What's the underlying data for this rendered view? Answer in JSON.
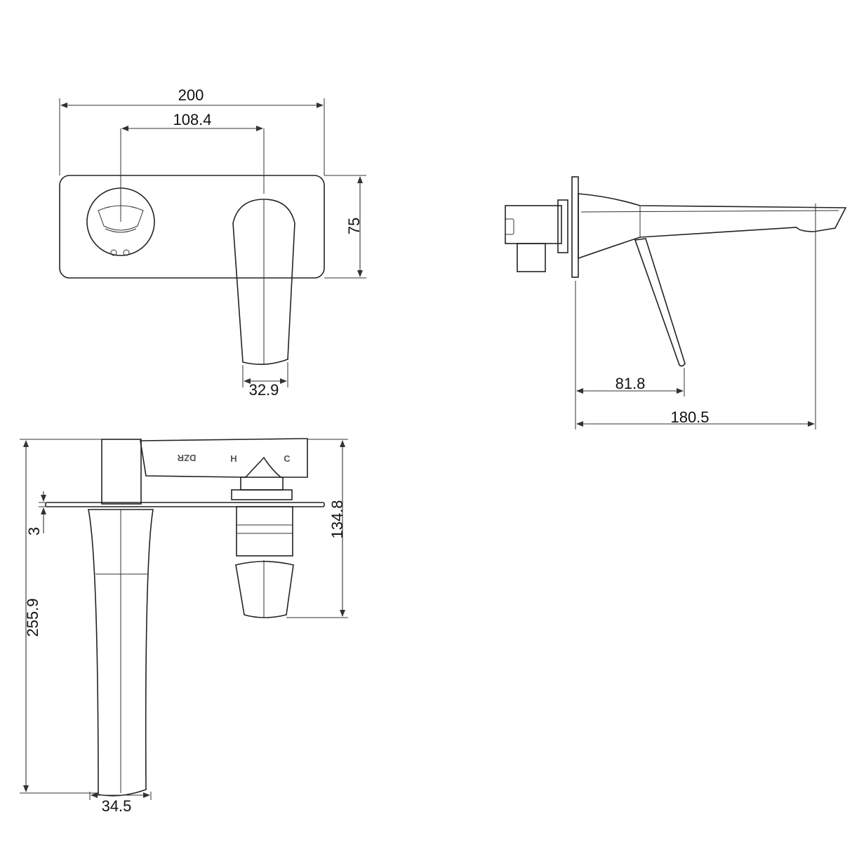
{
  "drawing": {
    "front_view": {
      "dims": {
        "overall_width": "200",
        "handle_spacing": "108.4",
        "plate_height": "75",
        "handle_width": "32.9"
      }
    },
    "side_view": {
      "dims": {
        "lever_projection": "81.8",
        "spout_projection": "180.5"
      }
    },
    "top_view": {
      "dims": {
        "plate_thickness": "3",
        "overall_height": "255.9",
        "body_depth": "134.8",
        "spout_width": "34.5"
      },
      "markings": {
        "brand": "DZR",
        "hot": "H",
        "cold": "C"
      }
    },
    "line_color": "#222222"
  }
}
